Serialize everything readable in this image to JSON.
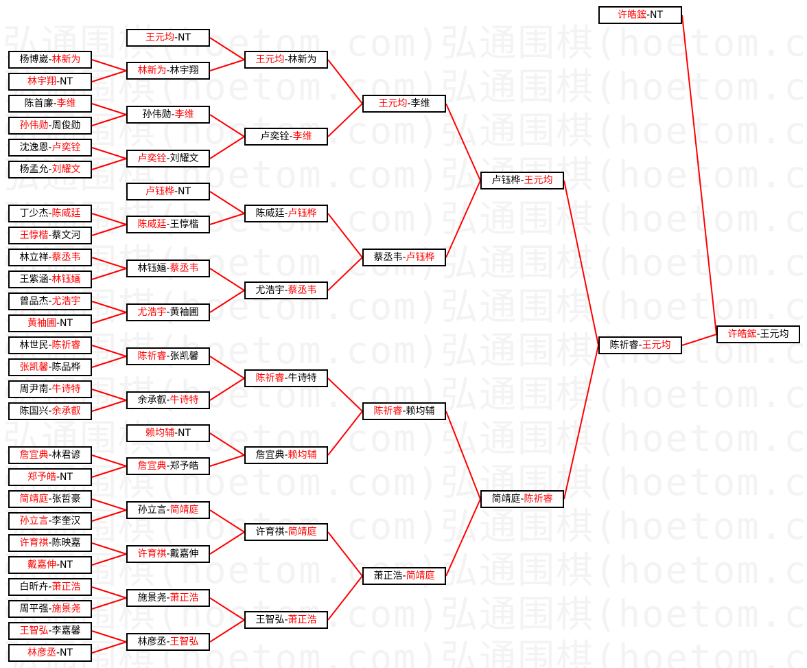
{
  "colors": {
    "winner": "#ff0000",
    "loser": "#000000",
    "line": "#ff0000",
    "border": "#000000"
  },
  "watermark": [
    "弘通围棋(hoetom.com)弘通围棋(hoetom.com)"
  ],
  "rounds": [
    [
      {
        "a": "杨博崴",
        "b": "林新为",
        "w": "b"
      },
      {
        "a": "林宇翔",
        "b": "NT",
        "w": "a"
      },
      {
        "a": "陈首廉",
        "b": "李维",
        "w": "b"
      },
      {
        "a": "孙伟勋",
        "b": "周俊勋",
        "w": "a"
      },
      {
        "a": "沈逸恩",
        "b": "卢奕铨",
        "w": "b"
      },
      {
        "a": "杨孟允",
        "b": "刘耀文",
        "w": "b"
      },
      {
        "a": "丁少杰",
        "b": "陈威廷",
        "w": "b"
      },
      {
        "a": "王惇楷",
        "b": "蔡文河",
        "w": "a"
      },
      {
        "a": "林立祥",
        "b": "蔡丞韦",
        "w": "b"
      },
      {
        "a": "王紫涵",
        "b": "林钰婳",
        "w": "b"
      },
      {
        "a": "曾品杰",
        "b": "尤浩宇",
        "w": "b"
      },
      {
        "a": "黄袖圃",
        "b": "NT",
        "w": "a"
      },
      {
        "a": "林世民",
        "b": "陈祈睿",
        "w": "b"
      },
      {
        "a": "张凯馨",
        "b": "陈品桦",
        "w": "a"
      },
      {
        "a": "周尹南",
        "b": "牛诗特",
        "w": "b"
      },
      {
        "a": "陈国兴",
        "b": "余承叡",
        "w": "b"
      },
      {
        "a": "詹宜典",
        "b": "林君谚",
        "w": "a"
      },
      {
        "a": "郑予皓",
        "b": "NT",
        "w": "a"
      },
      {
        "a": "简靖庭",
        "b": "张哲豪",
        "w": "a"
      },
      {
        "a": "孙立言",
        "b": "李奎汉",
        "w": "a"
      },
      {
        "a": "许育祺",
        "b": "陈映嘉",
        "w": "a"
      },
      {
        "a": "戴嘉伸",
        "b": "NT",
        "w": "a"
      },
      {
        "a": "白昕卉",
        "b": "萧正浩",
        "w": "b"
      },
      {
        "a": "周平强",
        "b": "施景尧",
        "w": "b"
      },
      {
        "a": "王智弘",
        "b": "李嘉馨",
        "w": "a"
      },
      {
        "a": "林彦丞",
        "b": "NT",
        "w": "a"
      }
    ],
    [
      {
        "a": "王元均",
        "b": "NT",
        "w": "a"
      },
      {
        "a": "林新为",
        "b": "林宇翔",
        "w": "a"
      },
      {
        "a": "孙伟勋",
        "b": "李维",
        "w": "b"
      },
      {
        "a": "卢奕铨",
        "b": "刘耀文",
        "w": "a"
      },
      {
        "a": "卢钰桦",
        "b": "NT",
        "w": "a"
      },
      {
        "a": "陈威廷",
        "b": "王惇楷",
        "w": "a"
      },
      {
        "a": "林钰婳",
        "b": "蔡丞韦",
        "w": "b"
      },
      {
        "a": "尤浩宇",
        "b": "黄袖圃",
        "w": "a"
      },
      {
        "a": "陈祈睿",
        "b": "张凯馨",
        "w": "a"
      },
      {
        "a": "余承叡",
        "b": "牛诗特",
        "w": "b"
      },
      {
        "a": "赖均辅",
        "b": "NT",
        "w": "a"
      },
      {
        "a": "詹宜典",
        "b": "郑予皓",
        "w": "a"
      },
      {
        "a": "孙立言",
        "b": "简靖庭",
        "w": "b"
      },
      {
        "a": "许育祺",
        "b": "戴嘉伸",
        "w": "a"
      },
      {
        "a": "施景尧",
        "b": "萧正浩",
        "w": "b"
      },
      {
        "a": "林彦丞",
        "b": "王智弘",
        "w": "b"
      }
    ],
    [
      {
        "a": "王元均",
        "b": "林新为",
        "w": "a"
      },
      {
        "a": "卢奕铨",
        "b": "李维",
        "w": "b"
      },
      {
        "a": "陈威廷",
        "b": "卢钰桦",
        "w": "b"
      },
      {
        "a": "尤浩宇",
        "b": "蔡丞韦",
        "w": "b"
      },
      {
        "a": "陈祈睿",
        "b": "牛诗特",
        "w": "a"
      },
      {
        "a": "詹宜典",
        "b": "赖均辅",
        "w": "b"
      },
      {
        "a": "许育祺",
        "b": "简靖庭",
        "w": "b"
      },
      {
        "a": "王智弘",
        "b": "萧正浩",
        "w": "b"
      }
    ],
    [
      {
        "a": "王元均",
        "b": "李维",
        "w": "a"
      },
      {
        "a": "蔡丞韦",
        "b": "卢钰桦",
        "w": "b"
      },
      {
        "a": "陈祈睿",
        "b": "赖均辅",
        "w": "a"
      },
      {
        "a": "萧正浩",
        "b": "简靖庭",
        "w": "b"
      }
    ],
    [
      {
        "a": "卢钰桦",
        "b": "王元均",
        "w": "b"
      },
      {
        "a": "简靖庭",
        "b": "陈祈睿",
        "w": "b"
      }
    ],
    [
      {
        "a": "陈祈睿",
        "b": "王元均",
        "w": "b"
      }
    ],
    [
      {
        "a": "许皓鋐",
        "b": "NT",
        "w": "a"
      },
      {
        "a": "许皓鋐",
        "b": "王元均",
        "w": "a"
      }
    ]
  ]
}
